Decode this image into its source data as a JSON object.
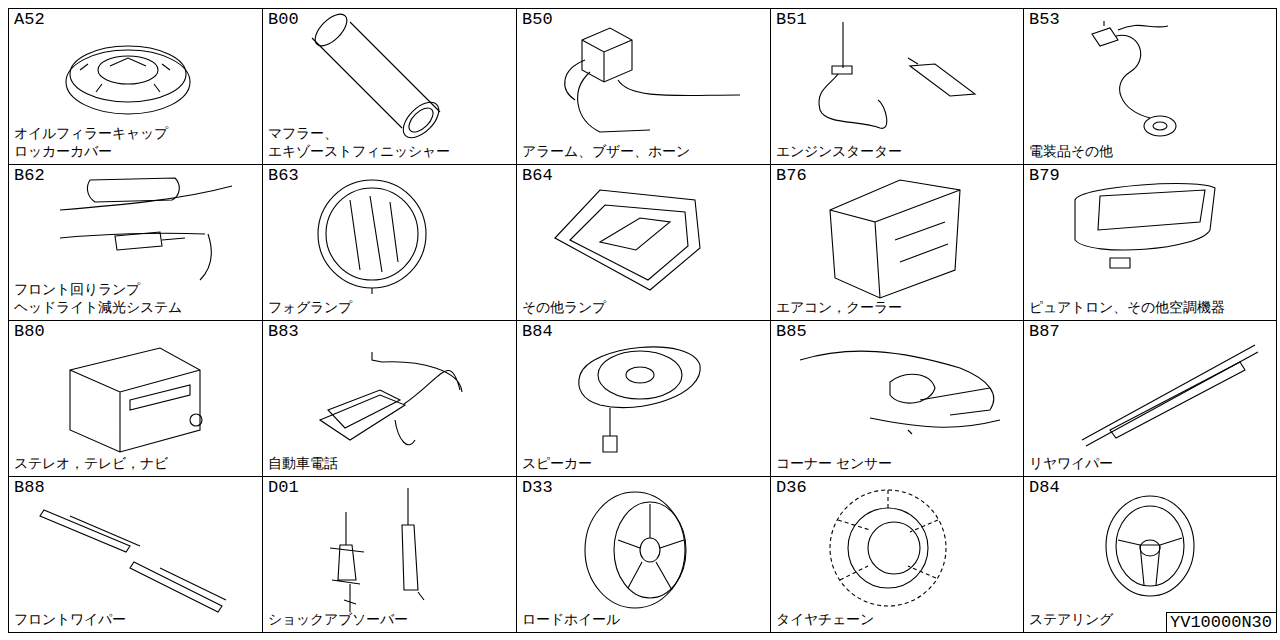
{
  "diagram": {
    "nodes": [
      {
        "text": [
          "A52",
          "オイルフィラーキャップ ロッカーカバー"
        ]
      },
      {
        "text": [
          "B00",
          "マフラー、 エキゾーストフィニッシャー"
        ]
      },
      {
        "text": [
          "B50",
          "アラーム、ブザー、ホーン"
        ]
      },
      {
        "text": [
          "B51",
          "エンジンスターター"
        ]
      },
      {
        "text": [
          "B53",
          "電装品その他"
        ]
      },
      {
        "text": [
          "B62",
          "フロント回りランプ ヘッドライト減光システム"
        ]
      },
      {
        "text": [
          "B63",
          "フォグランプ"
        ]
      },
      {
        "text": [
          "B64",
          "その他ランプ"
        ]
      },
      {
        "text": [
          "B76",
          "エアコン，クーラー"
        ]
      },
      {
        "text": [
          "B79",
          "ピュアトロン、その他空調機器"
        ]
      },
      {
        "text": [
          "B80",
          "ステレオ，テレビ，ナビ"
        ]
      },
      {
        "text": [
          "B83",
          "自動車電話"
        ]
      },
      {
        "text": [
          "B84",
          "スピーカー"
        ]
      },
      {
        "text": [
          "B85",
          "コーナー センサー"
        ]
      },
      {
        "text": [
          "B87",
          "リヤワイパー"
        ]
      },
      {
        "text": [
          "B88",
          "フロントワイパー"
        ]
      },
      {
        "text": [
          "D01",
          "ショックアブソーバー"
        ]
      },
      {
        "text": [
          "D33",
          "ロードホイール"
        ]
      },
      {
        "text": [
          "D36",
          "タイヤチェーン"
        ]
      },
      {
        "text": [
          "D84",
          "ステアリング"
        ]
      },
      {
        "text": [
          "YV10000N30"
        ],
        "in": 19
      }
    ]
  }
}
